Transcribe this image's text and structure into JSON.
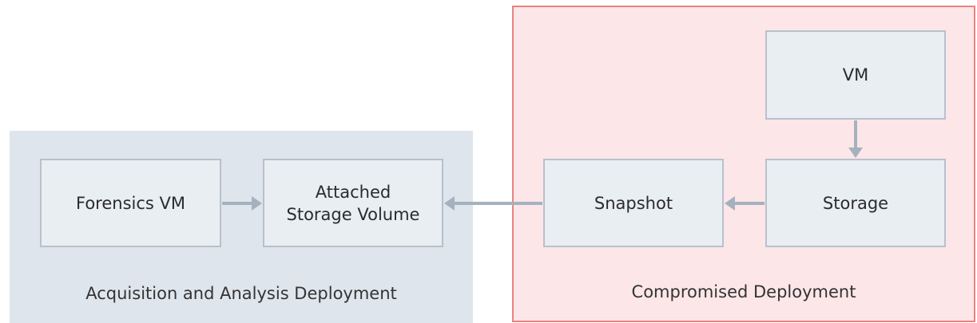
{
  "zones": {
    "acquisition": {
      "label": "Acquisition and Analysis Deployment"
    },
    "compromised": {
      "label": "Compromised Deployment"
    }
  },
  "nodes": {
    "forensics_vm": "Forensics VM",
    "attached_storage": "Attached\nStorage Volume",
    "snapshot": "Snapshot",
    "storage": "Storage",
    "vm": "VM"
  },
  "edges": [
    {
      "from": "forensics_vm",
      "to": "attached_storage"
    },
    {
      "from": "snapshot",
      "to": "attached_storage"
    },
    {
      "from": "storage",
      "to": "snapshot"
    },
    {
      "from": "vm",
      "to": "storage"
    }
  ],
  "colors": {
    "acquisition_zone_fill": "#dfe5ec",
    "compromised_zone_fill": "#fde6e8",
    "compromised_zone_border": "#e8837f",
    "node_fill": "#e9eef3",
    "node_border": "#b7c1cc",
    "connector": "#a5b1be"
  }
}
